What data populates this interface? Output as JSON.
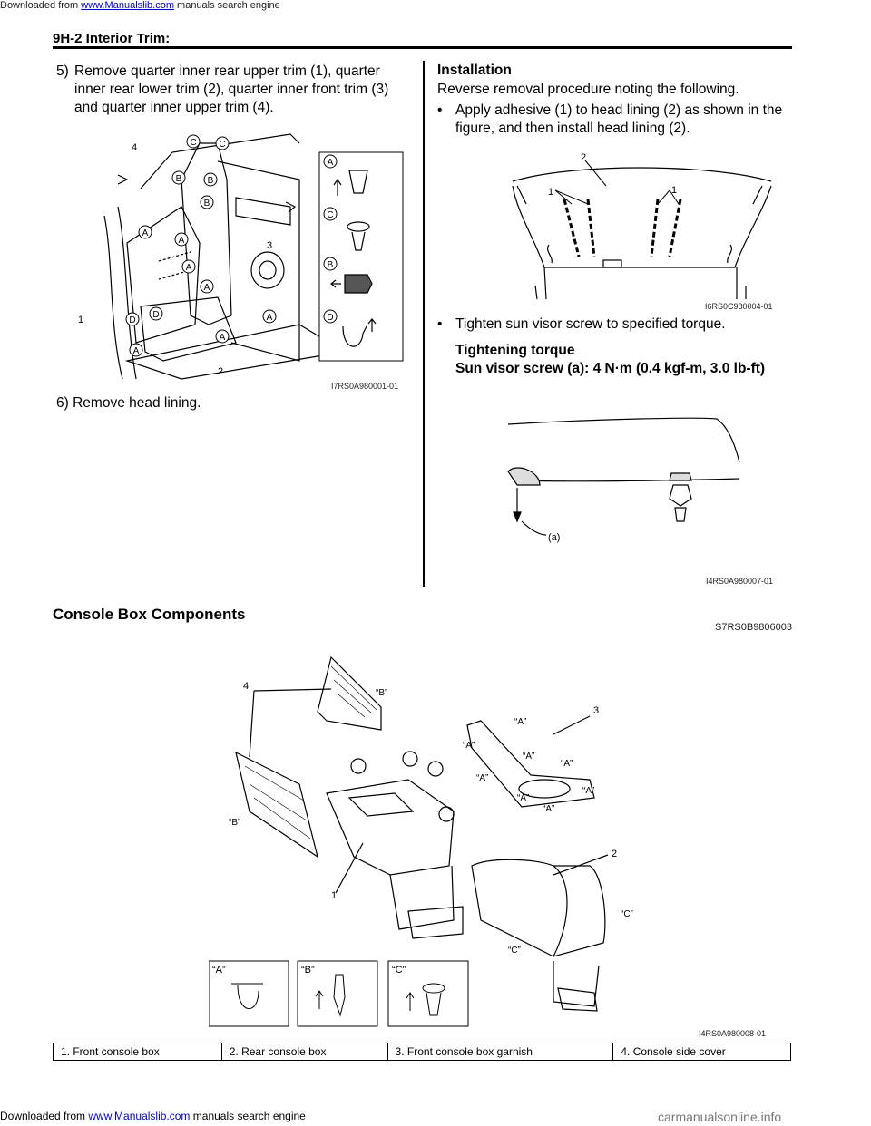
{
  "top_bar": {
    "prefix": "Downloaded from ",
    "link": "www.Manualslib.com",
    "suffix": " manuals search engine"
  },
  "header": {
    "title": "9H-2   Interior Trim:"
  },
  "left_column": {
    "step5_num": "5)",
    "step5_text": "Remove quarter inner rear upper trim (1), quarter inner rear lower trim (2), quarter inner front trim (3) and quarter inner upper trim (4).",
    "fig1_code": "I7RS0A980001-01",
    "fig1_labels": {
      "n1": "1",
      "n2": "2",
      "n3": "3",
      "n4": "4",
      "A": "A",
      "B": "B",
      "C": "C",
      "D": "D"
    },
    "step6_num": "6)",
    "step6_text": "Remove head lining."
  },
  "right_column": {
    "install_heading": "Installation",
    "install_text": "Reverse removal procedure noting the following.",
    "bullet1": "Apply adhesive (1) to head lining (2) as shown in the figure, and then install head lining (2).",
    "fig2_code": "I6RS0C980004-01",
    "fig2_labels": {
      "n1": "1",
      "n2": "2"
    },
    "bullet2": "Tighten sun visor screw to specified torque.",
    "torque_heading": "Tightening torque",
    "torque_value": "Sun visor screw (a):  4 N·m (0.4 kgf-m, 3.0 lb-ft)",
    "fig3_code": "I4RS0A980007-01",
    "fig3_label_a": "(a)"
  },
  "console_section": {
    "heading": "Console Box Components",
    "code": "S7RS0B9806003",
    "fig_code": "I4RS0A980008-01",
    "labels": {
      "n1": "1",
      "n2": "2",
      "n3": "3",
      "n4": "4",
      "A": "“A”",
      "B": "“B”",
      "C": "“C”"
    },
    "inset_labels": [
      "“A”",
      "“B”",
      "“C”"
    ]
  },
  "legend": [
    "1.   Front console box",
    "2.   Rear console box",
    "3.   Front console box garnish",
    "4.   Console side cover"
  ],
  "bottom_bar": {
    "prefix": "Downloaded from ",
    "link": "www.Manualslib.com",
    "suffix": " manuals search engine",
    "right": "carmanualsonline.info"
  }
}
